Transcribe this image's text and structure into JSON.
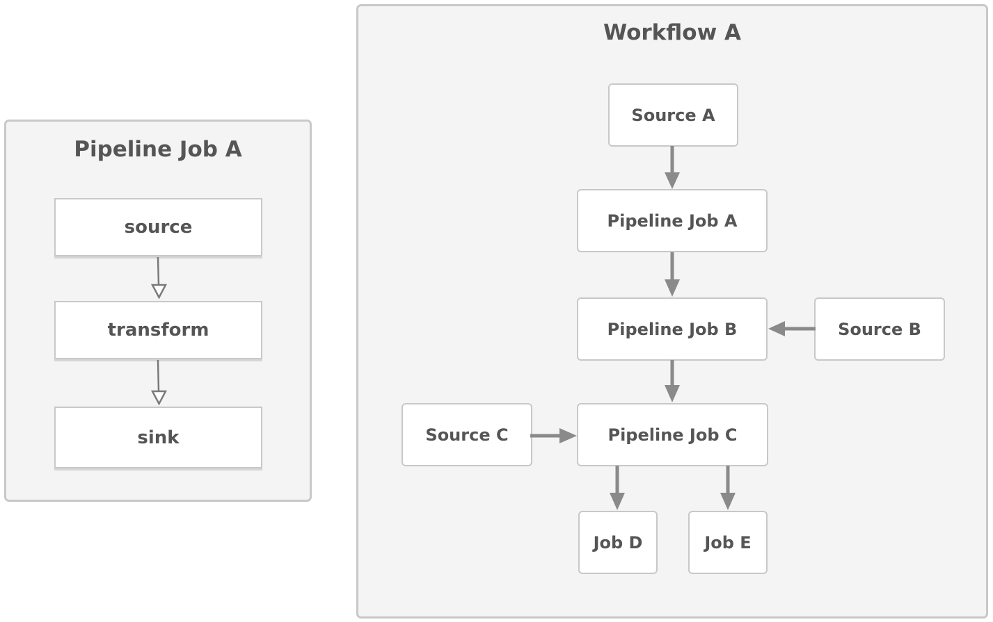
{
  "pipeline_panel": {
    "title": "Pipeline Job A",
    "steps": [
      "source",
      "transform",
      "sink"
    ]
  },
  "workflow_panel": {
    "title": "Workflow A",
    "nodes": {
      "source_a": "Source A",
      "pipeline_job_a": "Pipeline Job A",
      "pipeline_job_b": "Pipeline Job B",
      "source_b": "Source B",
      "source_c": "Source C",
      "pipeline_job_c": "Pipeline Job C",
      "job_d": "Job D",
      "job_e": "Job E"
    }
  },
  "edges": [
    {
      "from": "source",
      "to": "transform"
    },
    {
      "from": "transform",
      "to": "sink"
    },
    {
      "from": "Source A",
      "to": "Pipeline Job A"
    },
    {
      "from": "Pipeline Job A",
      "to": "Pipeline Job B"
    },
    {
      "from": "Source B",
      "to": "Pipeline Job B"
    },
    {
      "from": "Pipeline Job B",
      "to": "Pipeline Job C"
    },
    {
      "from": "Source C",
      "to": "Pipeline Job C"
    },
    {
      "from": "Pipeline Job C",
      "to": "Job D"
    },
    {
      "from": "Pipeline Job C",
      "to": "Job E"
    }
  ],
  "colors": {
    "panel_background": "#f4f4f4",
    "panel_border": "#c8c8c8",
    "node_background": "#ffffff",
    "text": "#555555",
    "arrow": "#8a8a8a"
  }
}
